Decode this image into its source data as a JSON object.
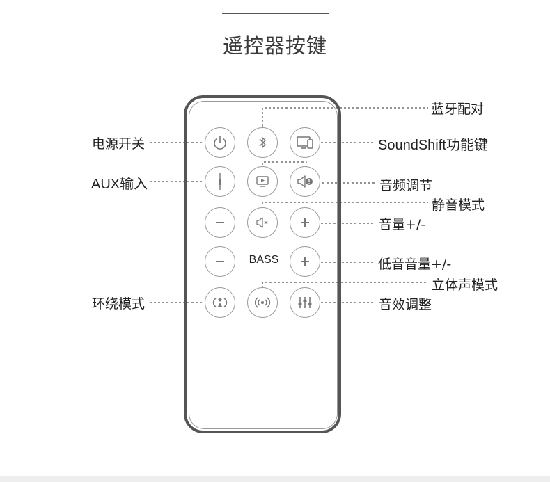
{
  "title": "遥控器按键",
  "bass_label": "BASS",
  "labels": {
    "power": "电源开关",
    "aux": "AUX输入",
    "surround": "环绕模式",
    "bluetooth": "蓝牙配对",
    "soundshift": "SoundShift功能键",
    "audio_adjust": "音频调节",
    "mute": "静音模式",
    "volume": "音量+/-",
    "bass_volume": "低音音量+/-",
    "stereo": "立体声模式",
    "eq": "音效调整"
  },
  "icons": {
    "power": "power-icon",
    "bluetooth": "bluetooth-icon",
    "soundshift": "devices-icon",
    "aux": "aux-plug-icon",
    "audio_adjust": "tv-icon",
    "sound_settings": "speaker-settings-icon",
    "vol_down": "minus-icon",
    "mute": "mute-icon",
    "vol_up": "plus-icon",
    "bass_down": "minus-icon",
    "bass_up": "plus-icon",
    "surround": "surround-icon",
    "stereo": "stereo-wave-icon",
    "eq": "equalizer-icon"
  },
  "colors": {
    "frame": "#555555",
    "icon": "#777777",
    "text": "#222222",
    "leader": "#555555"
  }
}
